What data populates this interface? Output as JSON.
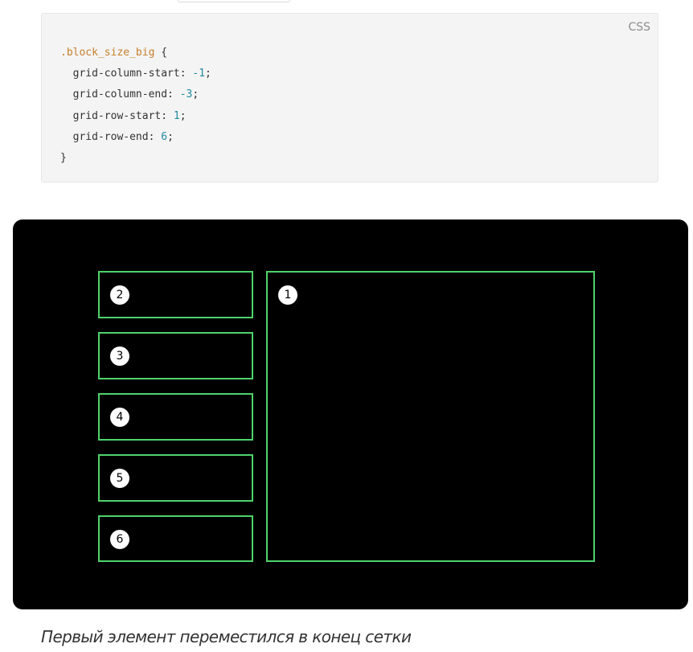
{
  "code_block": {
    "language_label": "CSS",
    "selector": ".block_size_big",
    "open_brace": " {",
    "close_brace": "}",
    "declarations": [
      {
        "property": "  grid-column-start: ",
        "value": "-1",
        "end": ";"
      },
      {
        "property": "  grid-column-end: ",
        "value": "-3",
        "end": ";"
      },
      {
        "property": "  grid-row-start: ",
        "value": "1",
        "end": ";"
      },
      {
        "property": "  grid-row-end: ",
        "value": "6",
        "end": ";"
      }
    ]
  },
  "demo": {
    "background_color": "#000000",
    "border_color": "#4fd26b",
    "items": [
      {
        "number": "1"
      },
      {
        "number": "2"
      },
      {
        "number": "3"
      },
      {
        "number": "4"
      },
      {
        "number": "5"
      },
      {
        "number": "6"
      }
    ]
  },
  "caption": "Первый элемент переместился в конец сетки"
}
